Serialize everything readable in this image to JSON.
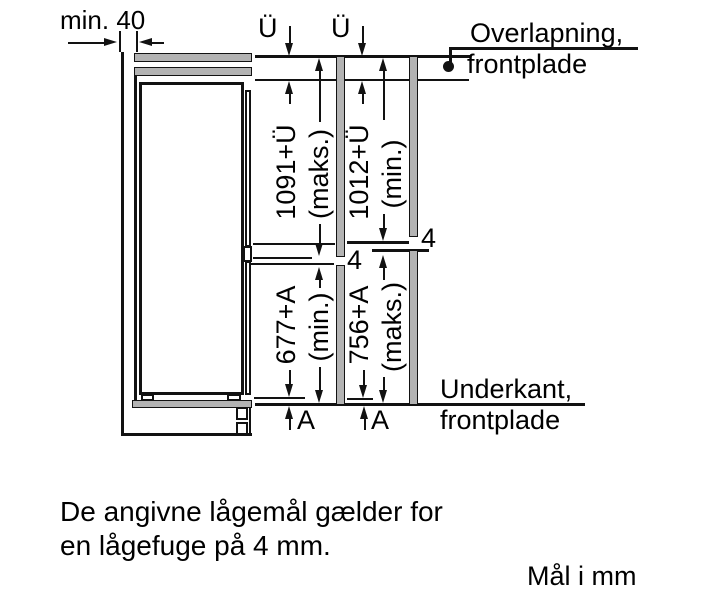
{
  "colors": {
    "ink": "#121212",
    "panel_gray": "#b3b3b3",
    "background": "#ffffff"
  },
  "dimensions": {
    "min_clearance": "min. 40",
    "overlap_left_symbol": "Ü",
    "overlap_right_symbol": "Ü",
    "upper_left": {
      "value": "1091+Ü",
      "limit": "(maks.)"
    },
    "upper_right": {
      "value": "1012+Ü",
      "limit": "(min.)"
    },
    "lower_left": {
      "value": "677+A",
      "limit": "(min.)"
    },
    "lower_right": {
      "value": "756+A",
      "limit": "(maks.)"
    },
    "gap_left": "4",
    "gap_right": "4",
    "bottom_left_symbol": "A",
    "bottom_right_symbol": "A"
  },
  "callouts": {
    "top": {
      "line1": "Overlapning,",
      "line2": "frontplade"
    },
    "bottom": {
      "line1": "Underkant,",
      "line2": "frontplade"
    }
  },
  "notes": {
    "line1": "De angivne lågemål gælder for",
    "line2": "en lågefuge på 4 mm."
  },
  "units_label": "Mål i mm"
}
